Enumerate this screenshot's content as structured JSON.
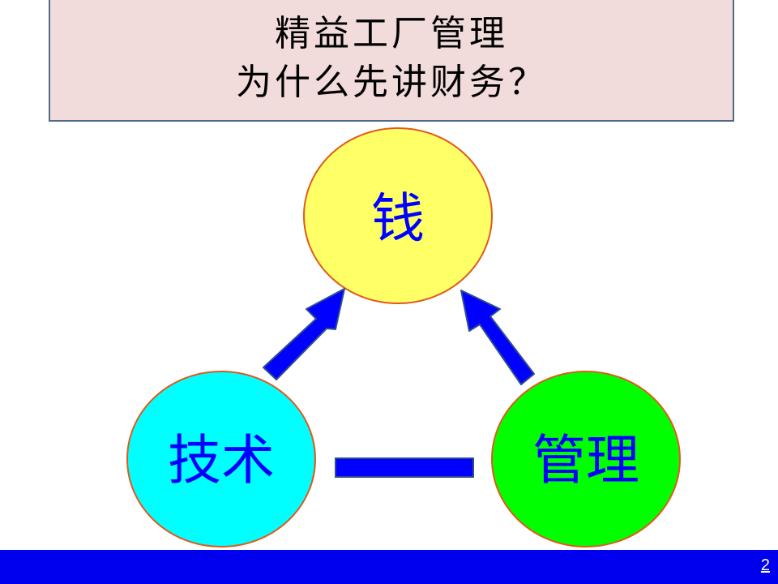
{
  "title": {
    "line1": "精益工厂管理",
    "line2": "为什么先讲财务？"
  },
  "nodes": {
    "money": {
      "label": "钱",
      "fill": "#ffff66"
    },
    "tech": {
      "label": "技术",
      "fill": "#00ffff"
    },
    "mgmt": {
      "label": "管理",
      "fill": "#00ff00"
    }
  },
  "colors": {
    "title_bg": "#f2dcdb",
    "title_border": "#4f6a8a",
    "arrow_fill": "#0000ff",
    "arrow_stroke": "#2f4d8f",
    "circle_stroke": "#e05a1a",
    "footer": "#0000ee"
  },
  "footer": {
    "page_number": "2"
  }
}
